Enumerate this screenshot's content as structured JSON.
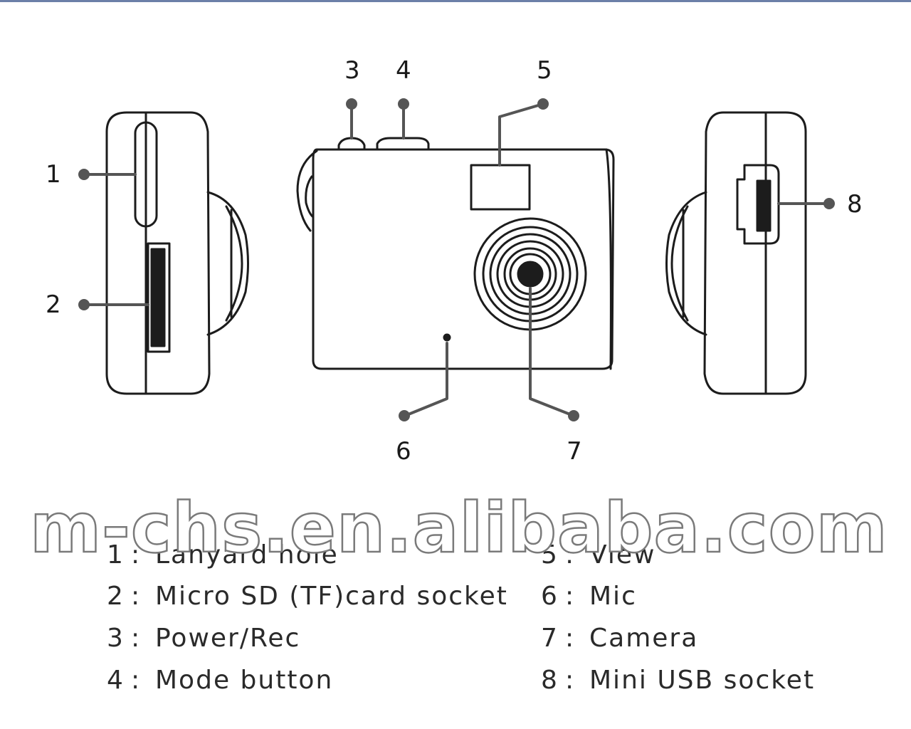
{
  "watermark": "m-chs.en.alibaba.com",
  "callouts": {
    "c1": "1",
    "c2": "2",
    "c3": "3",
    "c4": "4",
    "c5": "5",
    "c6": "6",
    "c7": "7",
    "c8": "8"
  },
  "legend": [
    {
      "num": "1",
      "sep": ":",
      "label": "Lanyard hole"
    },
    {
      "num": "2",
      "sep": ":",
      "label": "Micro SD (TF)card socket"
    },
    {
      "num": "3",
      "sep": ":",
      "label": "Power/Rec"
    },
    {
      "num": "4",
      "sep": ":",
      "label": "Mode button"
    },
    {
      "num": "5",
      "sep": ":",
      "label": "View"
    },
    {
      "num": "6",
      "sep": ":",
      "label": "Mic"
    },
    {
      "num": "7",
      "sep": ":",
      "label": "Camera"
    },
    {
      "num": "8",
      "sep": ":",
      "label": "Mini USB socket"
    }
  ]
}
